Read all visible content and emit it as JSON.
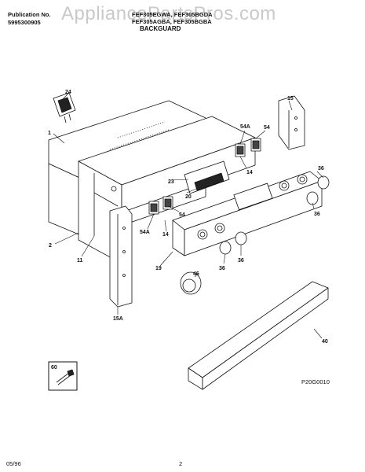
{
  "header": {
    "publication_label": "Publication No.",
    "publication_number": "5995300905",
    "models_line1": "FEF305EGWA, FEF305BGDA",
    "models_line2": "FEF305AGBA, FEF305BGBA",
    "section_title": "BACKGUARD",
    "watermark": "AppliancePartsPros.com"
  },
  "callouts": [
    {
      "id": "c24",
      "label": "24"
    },
    {
      "id": "c1",
      "label": "1"
    },
    {
      "id": "c15",
      "label": "15"
    },
    {
      "id": "c54a-top",
      "label": "54A"
    },
    {
      "id": "c54-top",
      "label": "54"
    },
    {
      "id": "c14-top",
      "label": "14"
    },
    {
      "id": "c36-right1",
      "label": "36"
    },
    {
      "id": "c23",
      "label": "23"
    },
    {
      "id": "c20",
      "label": "20"
    },
    {
      "id": "c36-right2",
      "label": "36"
    },
    {
      "id": "c54-left",
      "label": "54"
    },
    {
      "id": "c54a-left",
      "label": "54A"
    },
    {
      "id": "c14-left",
      "label": "14"
    },
    {
      "id": "c2",
      "label": "2"
    },
    {
      "id": "c11",
      "label": "11"
    },
    {
      "id": "c19",
      "label": "19"
    },
    {
      "id": "c36-mid1",
      "label": "36"
    },
    {
      "id": "c36-mid2",
      "label": "36"
    },
    {
      "id": "c46",
      "label": "46"
    },
    {
      "id": "c15a",
      "label": "15A"
    },
    {
      "id": "c40",
      "label": "40"
    },
    {
      "id": "c60",
      "label": "60"
    }
  ],
  "footer": {
    "drawing_code": "P20G0010",
    "date": "05/96",
    "page": "2"
  }
}
